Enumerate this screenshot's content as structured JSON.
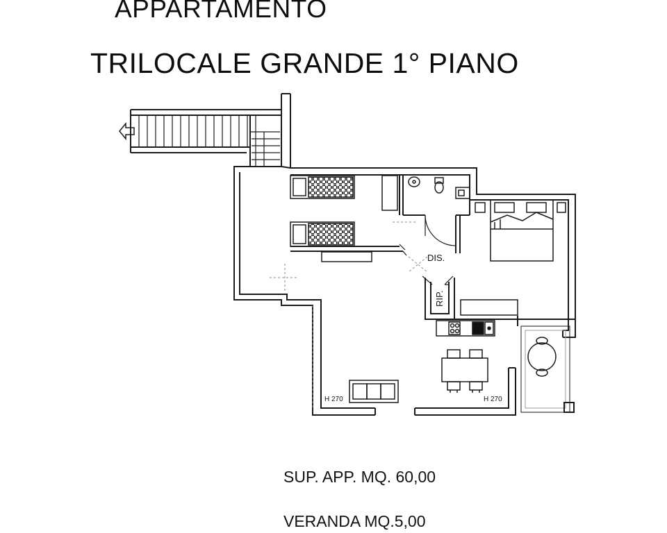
{
  "title": {
    "line1": "APPARTAMENTO",
    "line2": "TRILOCALE GRANDE 1° PIANO"
  },
  "plan_labels": {
    "dis": "DIS.",
    "rip": "RIP.",
    "height_left": "H 270",
    "height_right": "H 270"
  },
  "info": {
    "surface": "SUP. APP. MQ. 60,00",
    "veranda": "VERANDA MQ.5,00"
  },
  "colors": {
    "line": "#1a1a1a",
    "hatch": "#2a2a2a",
    "background": "#ffffff"
  },
  "icons": [
    "exit-arrow-icon",
    "single-bed-icon",
    "double-bed-icon",
    "toilet-icon",
    "sink-icon",
    "stove-icon",
    "table-icon",
    "sofa-icon"
  ]
}
